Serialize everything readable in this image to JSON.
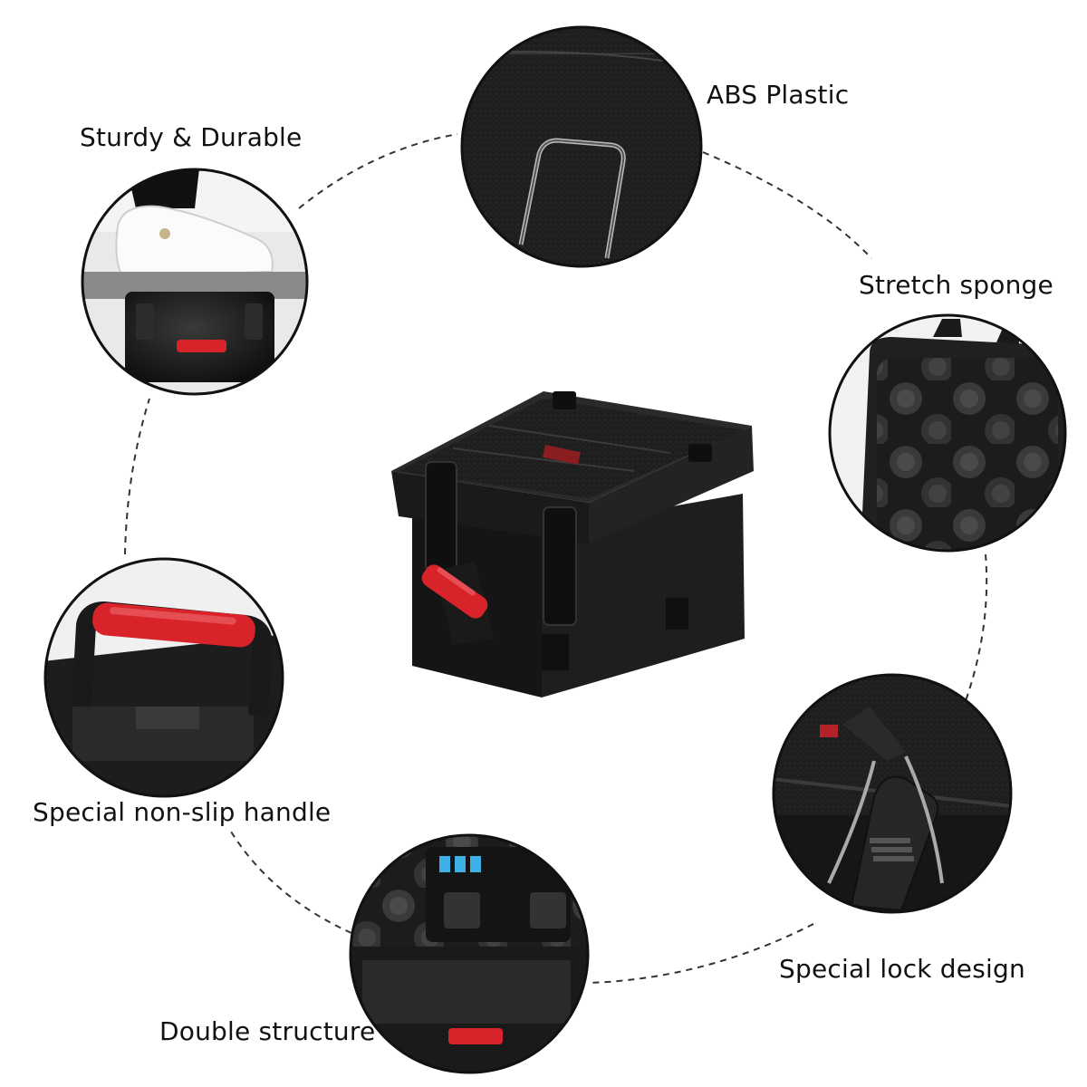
{
  "features": {
    "sturdy_durable": "Sturdy & Durable",
    "abs_plastic": "ABS Plastic",
    "stretch_sponge": "Stretch sponge",
    "non_slip_handle": "Special non-slip handle",
    "double_structure": "Double structure",
    "lock_design": "Special lock design"
  },
  "colors": {
    "case_body": "#1a1a1a",
    "handle_red": "#d8232a",
    "dashed_line": "#333333",
    "background": "#ffffff"
  }
}
